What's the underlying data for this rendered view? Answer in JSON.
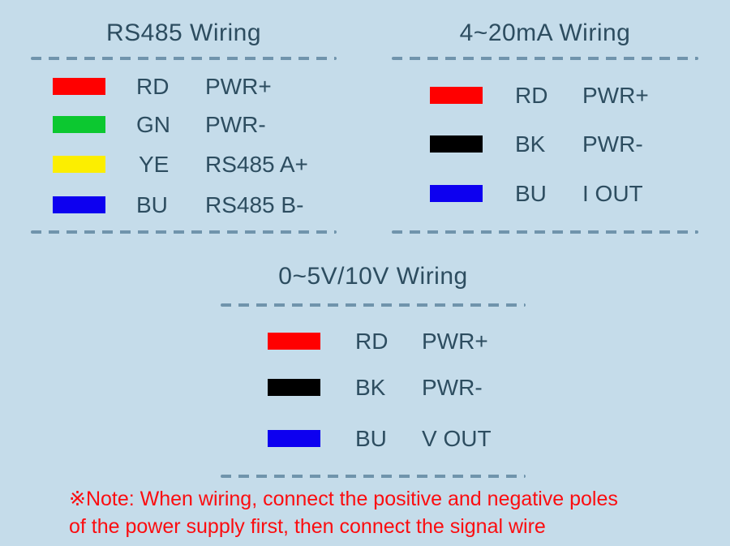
{
  "colors": {
    "background": "#c5dcea",
    "text": "#2d4d60",
    "dash_line": "#7094ac",
    "note_text": "#fb0d10",
    "swatch_red": "#ff0000",
    "swatch_green": "#0cc830",
    "swatch_yellow": "#fcee00",
    "swatch_blue": "#0d00f0",
    "swatch_black": "#000000"
  },
  "sections": [
    {
      "title": "RS485 Wiring",
      "rows": [
        {
          "color": "red",
          "abbr": "RD",
          "signal": "PWR+"
        },
        {
          "color": "green",
          "abbr": "GN",
          "signal": "PWR-"
        },
        {
          "color": "yellow",
          "abbr": "YE",
          "signal": "RS485 A+"
        },
        {
          "color": "blue",
          "abbr": "BU",
          "signal": "RS485 B-"
        }
      ]
    },
    {
      "title": "4~20mA Wiring",
      "rows": [
        {
          "color": "red",
          "abbr": "RD",
          "signal": "PWR+"
        },
        {
          "color": "black",
          "abbr": "BK",
          "signal": "PWR-"
        },
        {
          "color": "blue",
          "abbr": "BU",
          "signal": "I OUT"
        }
      ]
    },
    {
      "title": "0~5V/10V Wiring",
      "rows": [
        {
          "color": "red",
          "abbr": "RD",
          "signal": "PWR+"
        },
        {
          "color": "black",
          "abbr": "BK",
          "signal": "PWR-"
        },
        {
          "color": "blue",
          "abbr": "BU",
          "signal": "V OUT"
        }
      ]
    }
  ],
  "note": {
    "line1": "※Note: When wiring, connect the positive and negative poles",
    "line2": "of the power supply first, then connect the signal wire"
  }
}
